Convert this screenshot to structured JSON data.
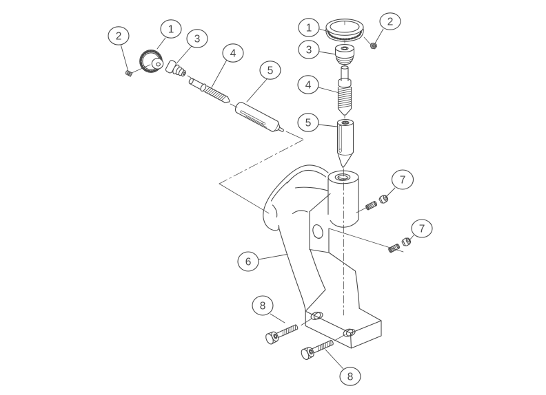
{
  "diagram": {
    "type": "exploded-assembly-drawing",
    "description": "Exploded parts view of a clamp-frame tool assembly with numbered balloon callouts",
    "background_color": "#ffffff",
    "line_color": "#474747",
    "callouts": [
      {
        "part": "left-set-screw",
        "label": "2"
      },
      {
        "part": "left-knurled-knob",
        "label": "1"
      },
      {
        "part": "left-collar",
        "label": "3"
      },
      {
        "part": "left-lead-screw",
        "label": "4"
      },
      {
        "part": "left-plunger",
        "label": "5"
      },
      {
        "part": "top-knurled-knob",
        "label": "1"
      },
      {
        "part": "top-set-screw",
        "label": "2"
      },
      {
        "part": "top-collar",
        "label": "3"
      },
      {
        "part": "top-lead-screw",
        "label": "4"
      },
      {
        "part": "top-plunger",
        "label": "5"
      },
      {
        "part": "frame-body",
        "label": "6"
      },
      {
        "part": "side-set-screw-upper",
        "label": "7"
      },
      {
        "part": "side-set-screw-lower",
        "label": "7"
      },
      {
        "part": "base-cap-screw-left",
        "label": "8"
      },
      {
        "part": "base-cap-screw-right",
        "label": "8"
      }
    ]
  }
}
